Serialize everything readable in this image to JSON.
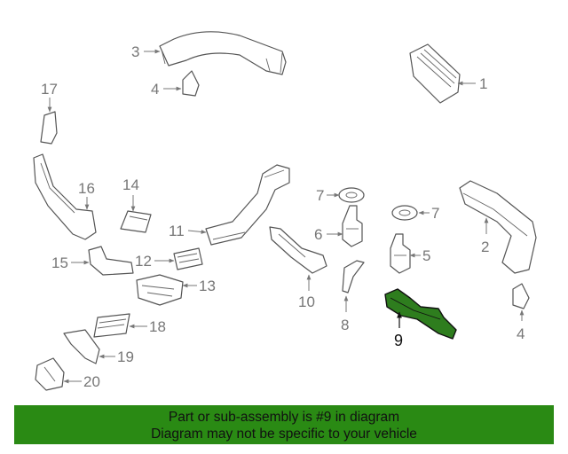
{
  "diagram": {
    "callouts": {
      "c1": "1",
      "c2": "2",
      "c3": "3",
      "c4a": "4",
      "c4b": "4",
      "c5": "5",
      "c6": "6",
      "c7a": "7",
      "c7b": "7",
      "c8": "8",
      "c9": "9",
      "c10": "10",
      "c11": "11",
      "c12": "12",
      "c13": "13",
      "c14": "14",
      "c15": "15",
      "c16": "16",
      "c17": "17",
      "c18": "18",
      "c19": "19",
      "c20": "20"
    },
    "highlight_color": "#2e7d1e"
  },
  "banner": {
    "line1": "Part or sub-assembly is #9 in diagram",
    "line2": "Diagram may not be specific to your vehicle",
    "background": "#2a8a14"
  }
}
